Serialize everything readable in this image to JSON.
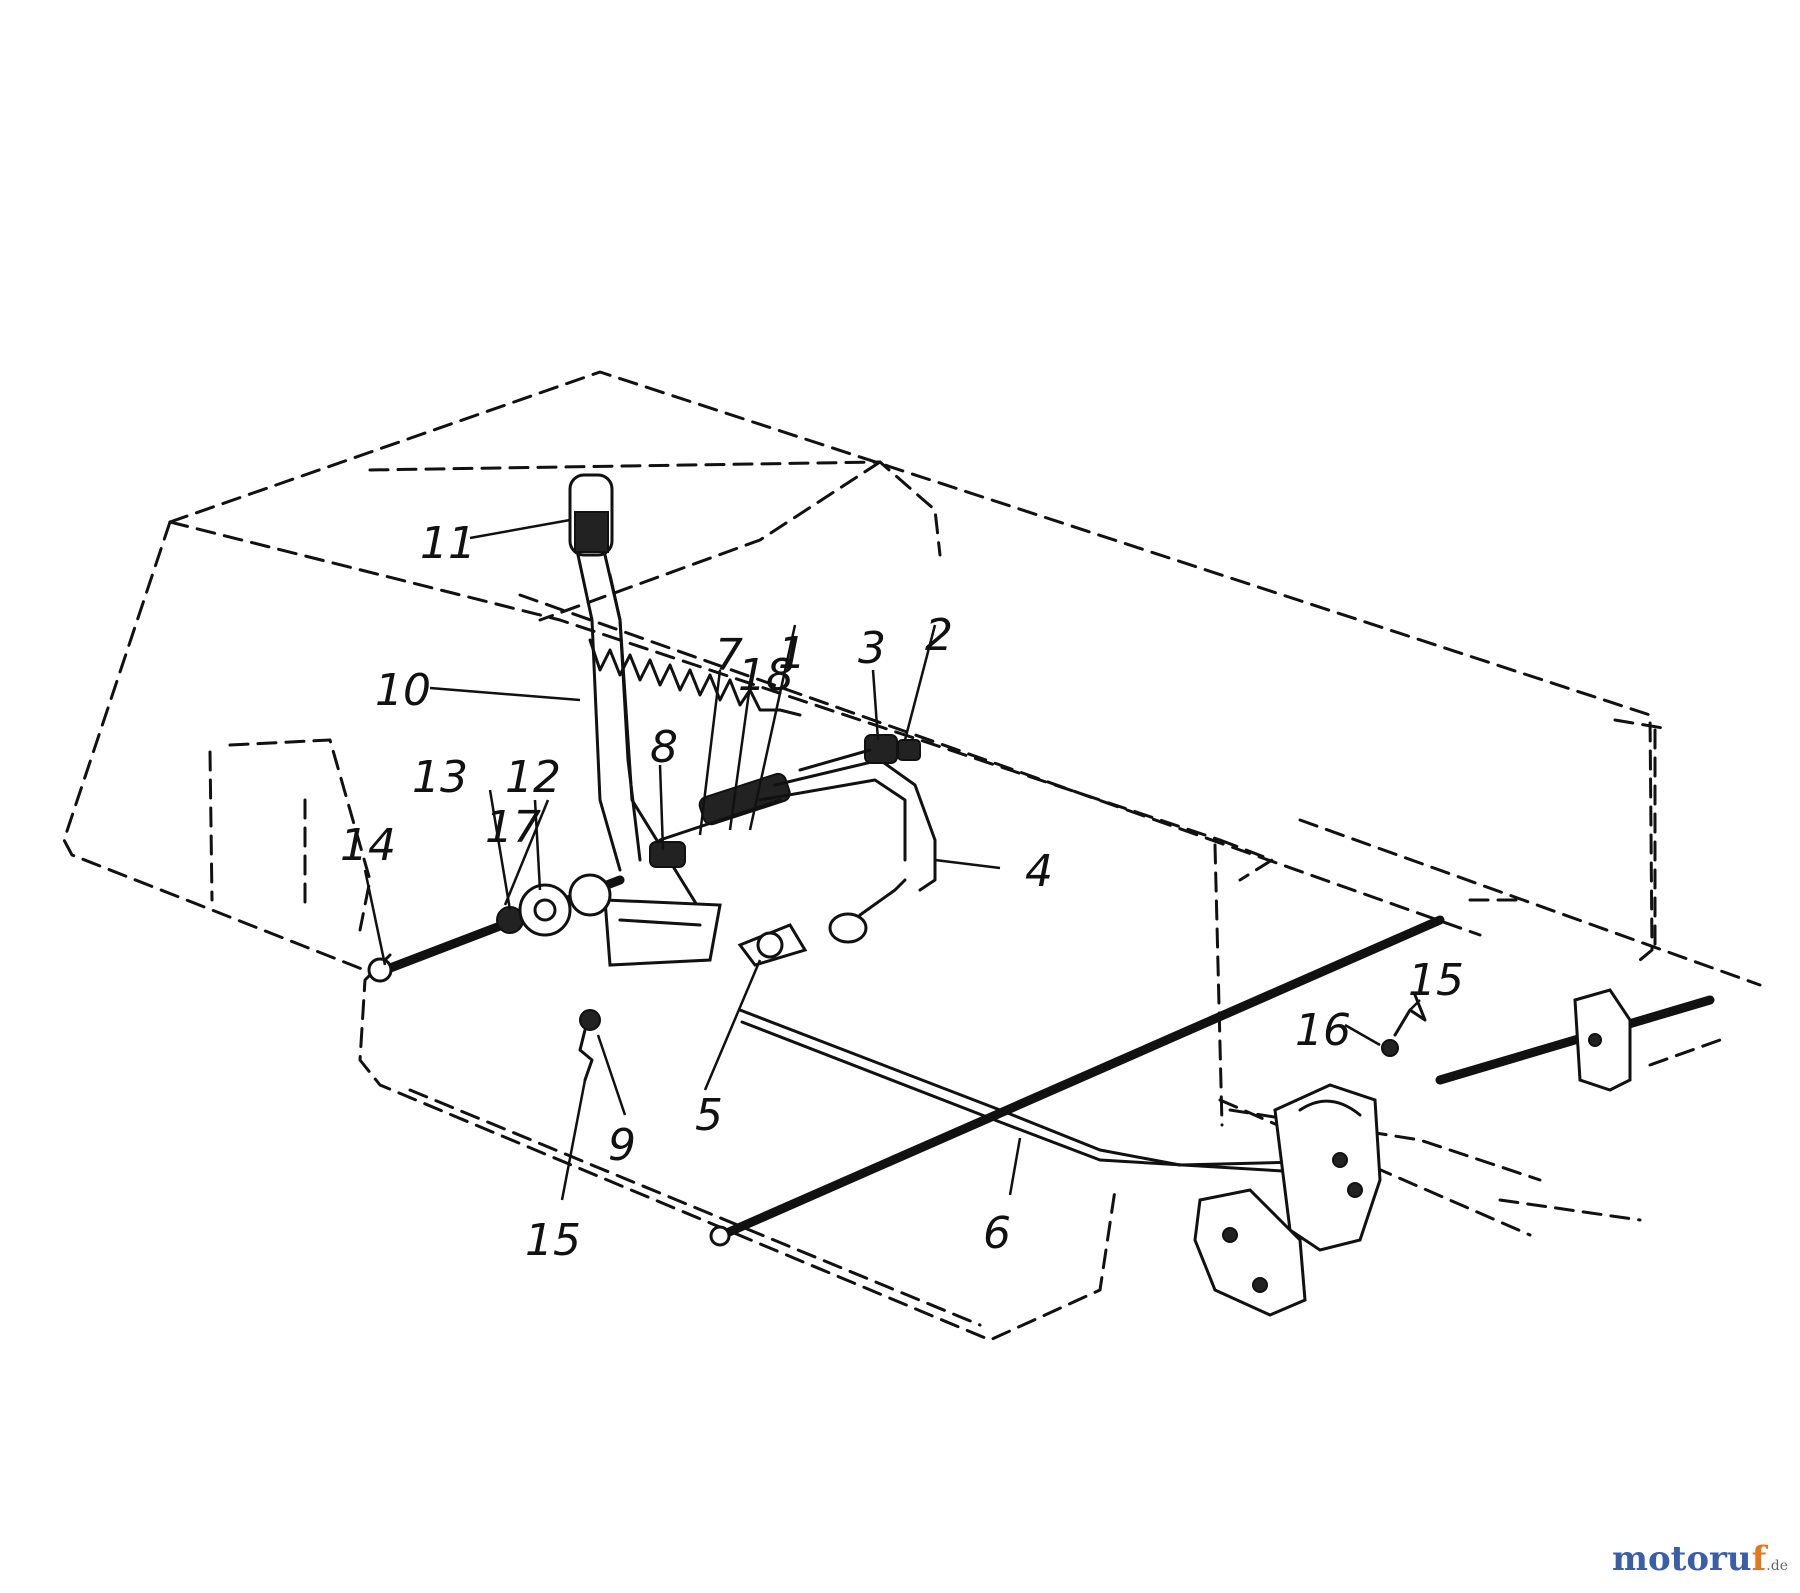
{
  "callouts": [
    {
      "id": "c1",
      "label": "1"
    },
    {
      "id": "c2",
      "label": "2"
    },
    {
      "id": "c3",
      "label": "3"
    },
    {
      "id": "c4",
      "label": "4"
    },
    {
      "id": "c5",
      "label": "5"
    },
    {
      "id": "c6",
      "label": "6"
    },
    {
      "id": "c7",
      "label": "7"
    },
    {
      "id": "c8",
      "label": "8"
    },
    {
      "id": "c9",
      "label": "9"
    },
    {
      "id": "c10",
      "label": "10"
    },
    {
      "id": "c11",
      "label": "11"
    },
    {
      "id": "c12",
      "label": "12"
    },
    {
      "id": "c13",
      "label": "13"
    },
    {
      "id": "c14",
      "label": "14"
    },
    {
      "id": "c15a",
      "label": "15"
    },
    {
      "id": "c15b",
      "label": "15"
    },
    {
      "id": "c16",
      "label": "16"
    },
    {
      "id": "c17",
      "label": "17"
    },
    {
      "id": "c18",
      "label": "18"
    }
  ],
  "watermark": {
    "main": "motoru",
    "f": "f",
    "suffix": ".de"
  }
}
